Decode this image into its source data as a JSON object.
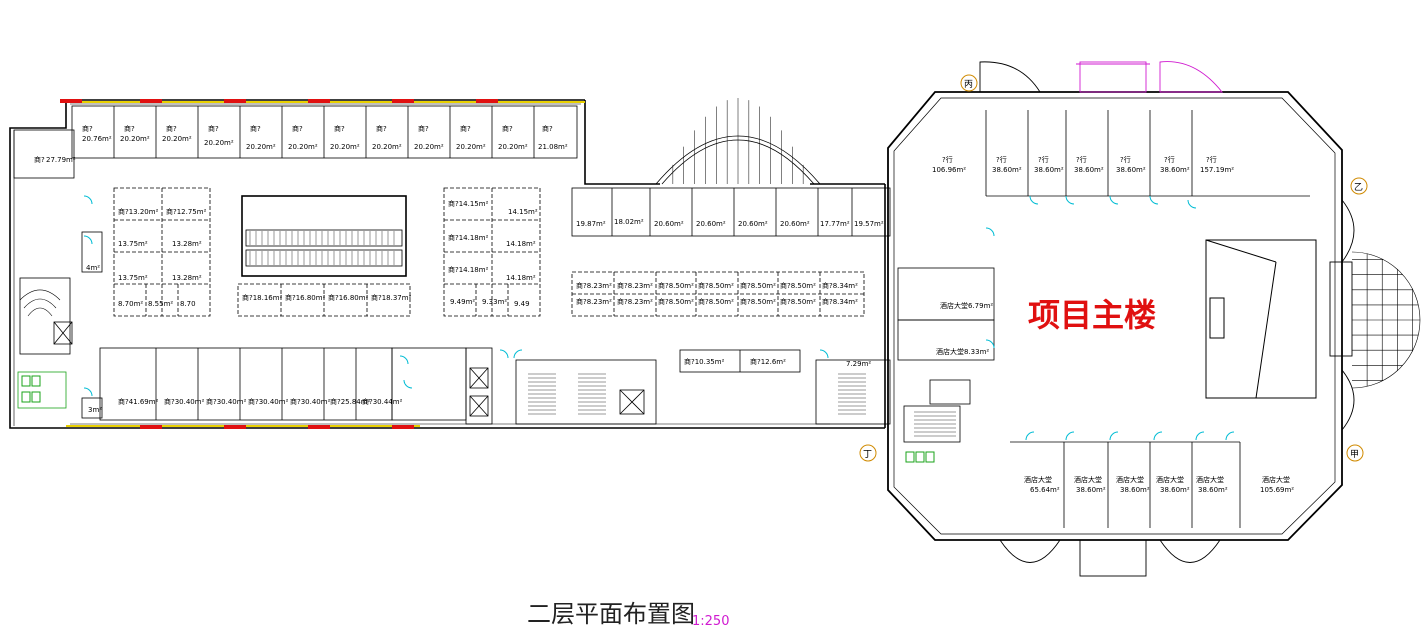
{
  "title": "二层平面布置图",
  "scale": "1:250",
  "building_label": "项目主楼",
  "axis_markers": [
    "丙",
    "乙",
    "丁",
    "甲"
  ],
  "north_row_rooms": [
    {
      "n": "商?",
      "a": "20.76m²"
    },
    {
      "n": "商?",
      "a": "20.20m²"
    },
    {
      "n": "商?",
      "a": "20.20m²"
    },
    {
      "n": "商?",
      "a": "20.20m²"
    },
    {
      "n": "商?",
      "a": "20.20m²"
    },
    {
      "n": "商?",
      "a": "20.20m²"
    },
    {
      "n": "商?",
      "a": "20.20m²"
    },
    {
      "n": "商?",
      "a": "20.20m²"
    },
    {
      "n": "商?",
      "a": "20.20m²"
    },
    {
      "n": "商?",
      "a": "20.20m²"
    },
    {
      "n": "商?",
      "a": "20.20m²"
    },
    {
      "n": "商?",
      "a": "21.08m²"
    }
  ],
  "west_room": {
    "n": "商?",
    "a": "27.79m²"
  },
  "block_a": [
    "商?13.20m²",
    "商?12.75m²",
    "13.75m²",
    "13.28m²",
    "13.75m²",
    "13.28m²",
    "8.70m²",
    "8.55m²",
    "8.70"
  ],
  "block_b": [
    "商?14.15m²",
    "14.15m²",
    "商?14.18m²",
    "14.18m²",
    "商?14.18m²",
    "14.18m²",
    "9.49m²",
    "9.33m²",
    "9.49"
  ],
  "block_c": [
    "商?18.16m²",
    "商?16.80m²",
    "商?16.80m²",
    "商?18.37m²"
  ],
  "block_d_row1": [
    "商?8.23m²",
    "商?8.23m²",
    "商?8.50m²",
    "商?8.50m²",
    "商?8.50m²",
    "商?8.50m²",
    "商?8.34m²"
  ],
  "block_d_row2": [
    "商?8.23m²",
    "商?8.23m²",
    "商?8.50m²",
    "商?8.50m²",
    "商?8.50m²",
    "商?8.50m²",
    "商?8.34m²"
  ],
  "mid_row_rooms": [
    "19.87m²",
    "18.02m²",
    "20.60m²",
    "20.60m²",
    "20.60m²",
    "20.60m²",
    "17.77m²",
    "19.57m²"
  ],
  "south_row_rooms": [
    "商?41.69m²",
    "商?30.40m²",
    "商?30.40m²",
    "商?30.40m²",
    "商?30.40m²",
    "商?25.84m²",
    "商?30.44m²"
  ],
  "south_misc": [
    "商?10.35m²",
    "商?12.6m²",
    "7.29m²"
  ],
  "small_labels": [
    "4m²",
    "3m²"
  ],
  "main_north_rooms": [
    {
      "n": "?行",
      "a": "106.96m²"
    },
    {
      "n": "?行",
      "a": "38.60m²"
    },
    {
      "n": "?行",
      "a": "38.60m²"
    },
    {
      "n": "?行",
      "a": "38.60m²"
    },
    {
      "n": "?行",
      "a": "38.60m²"
    },
    {
      "n": "?行",
      "a": "38.60m²"
    },
    {
      "n": "?行",
      "a": "157.19m²"
    }
  ],
  "main_south_rooms": [
    {
      "n": "酒店大堂",
      "a": "65.64m²"
    },
    {
      "n": "酒店大堂",
      "a": "38.60m²"
    },
    {
      "n": "酒店大堂",
      "a": "38.60m²"
    },
    {
      "n": "酒店大堂",
      "a": "38.60m²"
    },
    {
      "n": "酒店大堂",
      "a": "38.60m²"
    },
    {
      "n": "酒店大堂",
      "a": "105.69m²"
    }
  ],
  "main_west_rooms": [
    "酒店大堂6.79m²",
    "酒店大堂8.33m²"
  ],
  "colors": {
    "wall": "#000000",
    "cyan": "#00bcd4",
    "red": "#e01010",
    "magenta": "#d01ad0",
    "yellow": "#e8d000",
    "green": "#1aa31a"
  }
}
